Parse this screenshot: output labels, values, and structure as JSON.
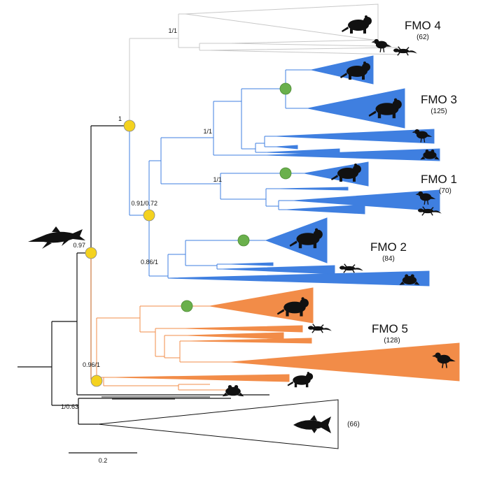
{
  "support_values": {
    "fmo4_root": "1/1",
    "fmo_root": "1",
    "fmo123_root": "0.91/0.72",
    "fmo3_1_root": "1/1",
    "fmo1_root": "1/1",
    "fmo2_root": "0.86/1",
    "amniote_root": "0.97",
    "fmo5_root": "0.96/1",
    "outgroup_root": "1/0.63"
  },
  "clades": {
    "fmo4": {
      "name": "FMO 4",
      "count": "(62)"
    },
    "fmo3": {
      "name": "FMO 3",
      "count": "(125)"
    },
    "fmo1": {
      "name": "FMO 1",
      "count": "(70)"
    },
    "fmo2": {
      "name": "FMO 2",
      "count": "(84)"
    },
    "fmo5": {
      "name": "FMO 5",
      "count": "(128)"
    },
    "fish": {
      "count": "(66)"
    }
  },
  "scale_bar": {
    "label": "0.2"
  },
  "colors": {
    "fmo4": "#c8c8c8",
    "fmo123": "#3f7fe0",
    "fmo5": "#f28c48",
    "outgroup": "#111111",
    "node_yellow": "#f4d21f",
    "node_green": "#6ab04c"
  },
  "silhouettes": [
    "mammal",
    "bird",
    "lizard",
    "frog",
    "fish",
    "ichthyosaur"
  ]
}
